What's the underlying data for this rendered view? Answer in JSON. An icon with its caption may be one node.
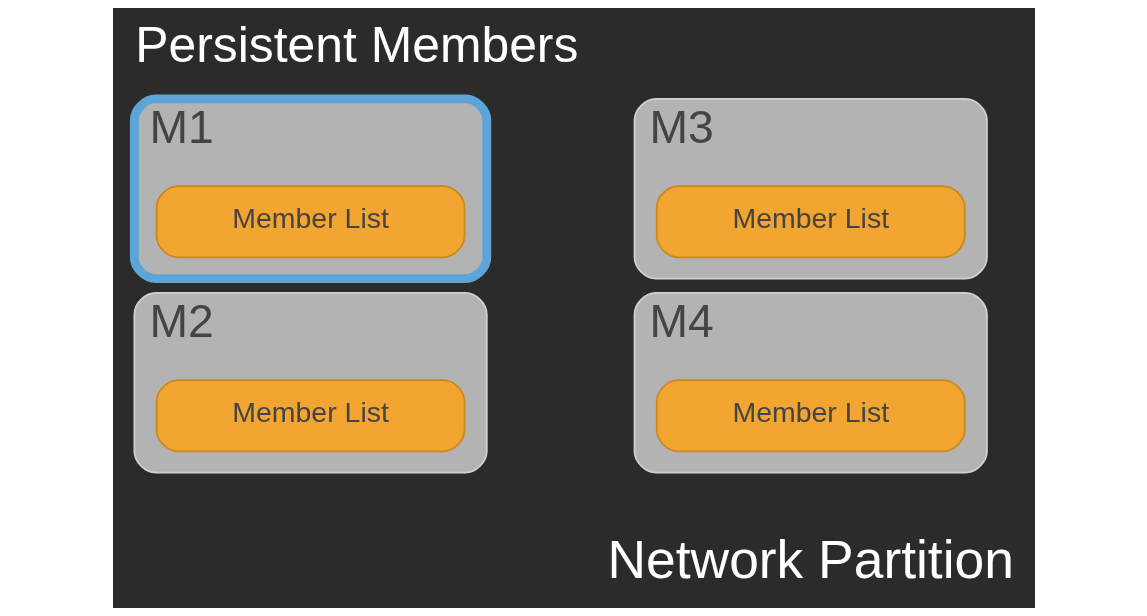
{
  "diagram": {
    "title": "Persistent Members",
    "nodes": [
      {
        "text": [
          "M1"
        ]
      },
      {
        "text": [
          "Member List"
        ],
        "in": 0
      },
      {
        "text": [
          "M3"
        ]
      },
      {
        "text": [
          "Member List"
        ],
        "in": 2
      },
      {
        "text": [
          "M2"
        ]
      },
      {
        "text": [
          "Member List"
        ],
        "in": 4
      },
      {
        "text": [
          "M4"
        ]
      },
      {
        "text": [
          "Member List"
        ],
        "in": 6
      }
    ],
    "edges": [],
    "labels": [
      "Network Partition"
    ]
  }
}
